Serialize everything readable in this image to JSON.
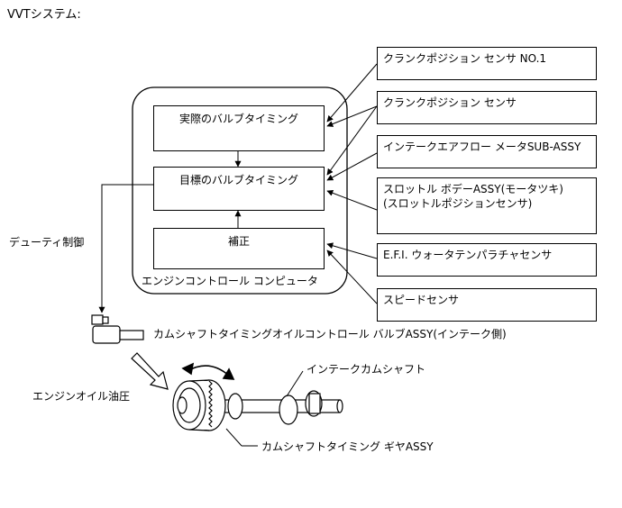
{
  "title": "VVTシステム:",
  "ecu": {
    "label": "エンジンコントロール コンピュータ",
    "actual_timing": "実際のバルブタイミング",
    "target_timing": "目標のバルブタイミング",
    "correction": "補正"
  },
  "sensors": [
    {
      "line1": "クランクポジション センサ NO.1",
      "line2": ""
    },
    {
      "line1": "クランクポジション センサ",
      "line2": ""
    },
    {
      "line1": "インテークエアフロー メータSUB-ASSY",
      "line2": ""
    },
    {
      "line1": "スロットル ボデーASSY(モータツキ)",
      "line2": "(スロットルポジションセンサ)"
    },
    {
      "line1": "E.F.I. ウォータテンパラチャセンサ",
      "line2": ""
    },
    {
      "line1": "スピードセンサ",
      "line2": ""
    }
  ],
  "labels": {
    "duty_control": "デューティ制御",
    "ocv": "カムシャフトタイミングオイルコントロール バルブASSY(インテーク側)",
    "intake_camshaft": "インテークカムシャフト",
    "engine_oil_pressure": "エンジンオイル油圧",
    "timing_gear": "カムシャフトタイミング ギヤASSY"
  },
  "icons": [
    "ocv-valve-icon",
    "camshaft-icon",
    "oil-pressure-arrow-icon",
    "rotation-arrow-icon"
  ]
}
